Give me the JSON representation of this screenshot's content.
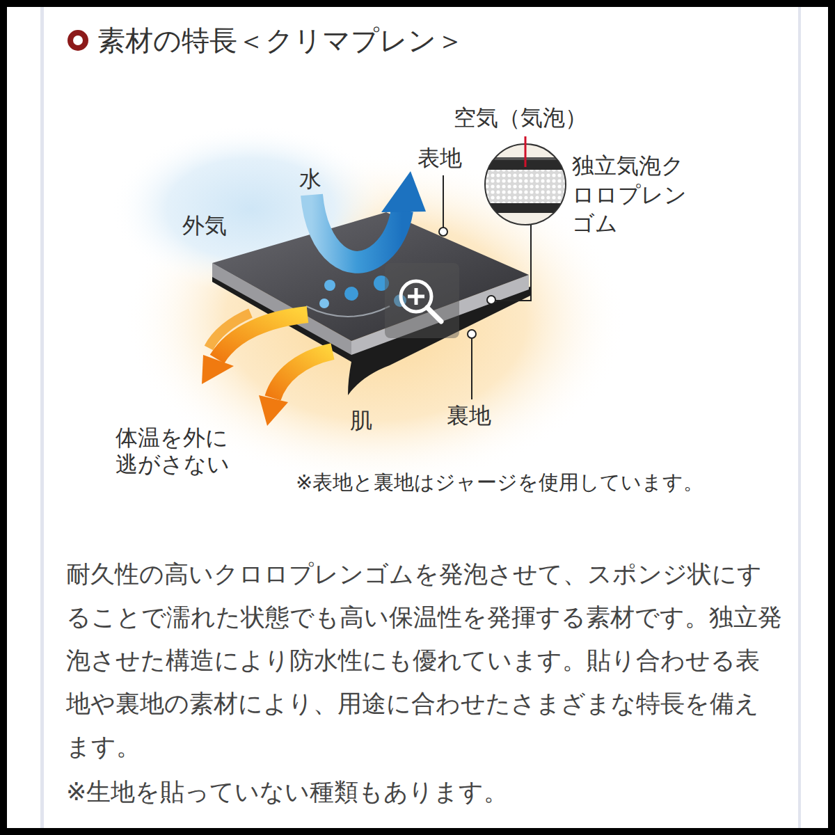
{
  "diagram": {
    "title": "素材の特長＜クリマプレン＞",
    "labels": [
      "空気（気泡）",
      "表地",
      "独立気泡クロロプレンゴム",
      "水",
      "外気",
      "肌",
      "裏地",
      "体温を外に逃がさない",
      "※表地と裏地はジャージを使用しています。",
      "耐久性の高いクロロプレンゴムを発泡させて、スポンジ状にすることで濡れた状態でも高い保温性を発揮する素材です。独立発泡させた構造により防水性にも優れています。貼り合わせる表地や裏地の素材により、用途に合わせたさまざまな特長を備えます。",
      "※生地を貼っていない種類もあります。"
    ]
  }
}
